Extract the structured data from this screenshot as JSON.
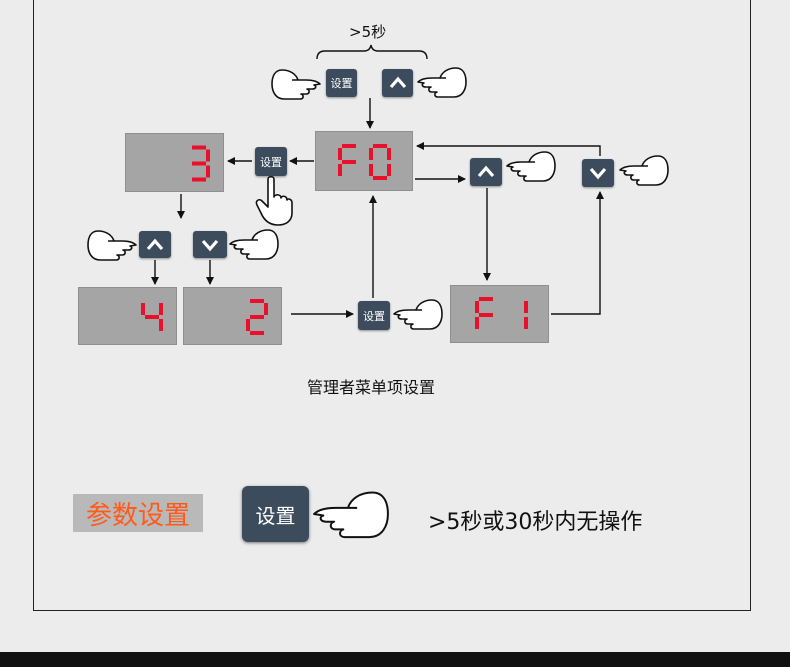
{
  "colors": {
    "segment": "#e8102a",
    "display_bg": "#a5a5a5",
    "button": "#3c4c5d",
    "param_text": "#ff5a1a",
    "param_bg": "#b9b9b9"
  },
  "top_timer": ">5秒",
  "displays": {
    "d3": "3",
    "f0": "F0",
    "f1": "F1",
    "d4": "4",
    "d2": "2"
  },
  "buttons": {
    "set_label": "设置",
    "up_icon": "up-arrow-icon",
    "down_icon": "down-arrow-icon"
  },
  "caption": "管理者菜单项设置",
  "legend": {
    "param_label": "参数设置",
    "button_label": "设置",
    "hint": ">5秒或30秒内无操作"
  }
}
